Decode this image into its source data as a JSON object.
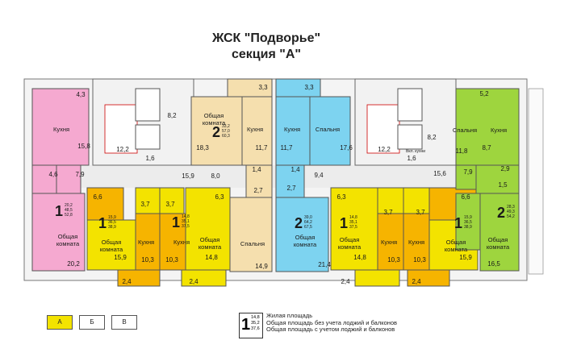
{
  "title": {
    "line1": "ЖСК \"Подворье\"",
    "line2": "секция \"А\""
  },
  "colors": {
    "pink": "#f5a9d0",
    "lime": "#9ed53e",
    "yellow": "#f3e300",
    "orange": "#f6b400",
    "blue": "#7dd3f0",
    "beige": "#f5dfae",
    "wall": "#6f6f6f",
    "common": "#e6e6e6",
    "section_active": "#f3e300"
  },
  "labels": {
    "kitchen": "Кухня",
    "bedroom": "Спальня",
    "common_room": "Общая\nкомната"
  },
  "areas": {
    "a1": "4,3",
    "a2": "15,8",
    "a3": "4,6",
    "a4": "7,9",
    "a5": "20,2",
    "a6": "12,2",
    "a7": "1,6",
    "a8": "8,2",
    "a9": "15,9",
    "a10": "6,6",
    "a11": "3,7",
    "a12": "15,9",
    "a13": "10,3",
    "a14": "2,4",
    "a15": "3,7",
    "a16": "6,3",
    "a17": "10,3",
    "a18": "14,8",
    "a19": "2,4",
    "a20": "18,3",
    "a21": "8,0",
    "a22": "3,3",
    "a23": "11,7",
    "a24": "1,4",
    "a25": "2,7",
    "a26": "14,9",
    "a27": "3,3",
    "a28": "11,7",
    "a29": "17,6",
    "a30": "1,4",
    "a31": "2,7",
    "a32": "9,4",
    "a33": "21,4",
    "a34": "12,2",
    "a35": "1,6",
    "a36": "8,2",
    "a37": "15,6",
    "a38": "6,3",
    "a39": "3,7",
    "a40": "14,8",
    "a41": "10,3",
    "a42": "2,4",
    "a43": "3,7",
    "a44": "10,3",
    "a45": "2,4",
    "a46": "6,6",
    "a47": "15,9",
    "a48": "5,2",
    "a49": "11,8",
    "a50": "8,7",
    "a51": "7,9",
    "a52": "2,9",
    "a53": "1,5",
    "a54": "16,5"
  },
  "apartments": [
    {
      "id": "pink",
      "rooms": "1",
      "v1": "20,2",
      "v2": "48,5",
      "v3": "52,8"
    },
    {
      "id": "orange-left",
      "rooms": "1",
      "v1": "15,9",
      "v2": "36,5",
      "v3": "38,9"
    },
    {
      "id": "yellow-left",
      "rooms": "1",
      "v1": "14,8",
      "v2": "35,1",
      "v3": "37,5"
    },
    {
      "id": "beige",
      "rooms": "2",
      "v1": "33,2",
      "v2": "57,0",
      "v3": "60,3"
    },
    {
      "id": "blue",
      "rooms": "2",
      "v1": "39,0",
      "v2": "64,2",
      "v3": "67,5"
    },
    {
      "id": "yellow-right",
      "rooms": "1",
      "v1": "14,8",
      "v2": "35,1",
      "v3": "37,5"
    },
    {
      "id": "orange-right",
      "rooms": "1",
      "v1": "15,9",
      "v2": "36,5",
      "v3": "38,9"
    },
    {
      "id": "lime",
      "rooms": "2",
      "v1": "28,3",
      "v2": "49,3",
      "v3": "54,2"
    }
  ],
  "extra": {
    "ac_label": "Вкл. кухни"
  },
  "legend": {
    "rooms": "1",
    "v1": "14,8",
    "v2": "35,2",
    "v3": "37,6",
    "line1": "Жилая площадь",
    "line2": "Общая площадь без учета лоджий и балконов",
    "line3": "Общая площадь с учетом лоджий и балконов"
  },
  "sections": [
    "А",
    "Б",
    "В"
  ],
  "section_active": "А"
}
